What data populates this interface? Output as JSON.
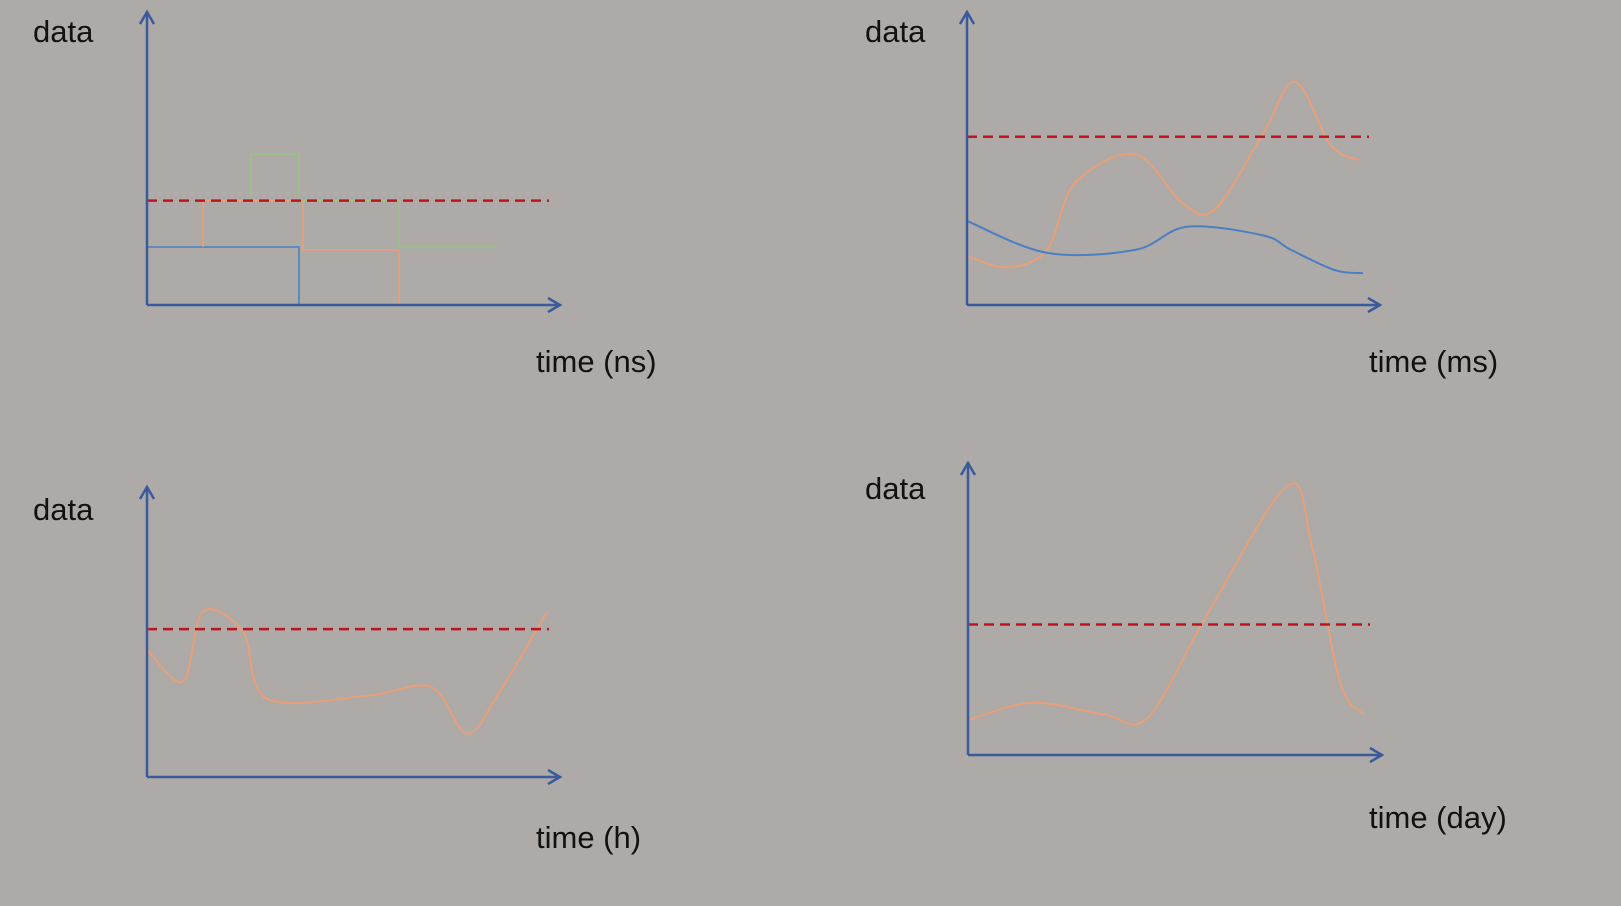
{
  "colors": {
    "background": "#aeaaa8",
    "axis": "#3a5a9c",
    "threshold": "#c0141e",
    "orange": "#e8a07a",
    "blue": "#4b7fc2",
    "green": "#99c285"
  },
  "panels": [
    {
      "id": "ns",
      "ylabel": "data",
      "xlabel": "time (ns)",
      "style": "step",
      "series": [
        {
          "color": "blue",
          "x": [
            0,
            0.38,
            0.38
          ],
          "y": [
            0.2,
            0.2,
            0
          ]
        },
        {
          "color": "orange",
          "x": [
            0.14,
            0.14,
            0.39,
            0.39,
            0.63,
            0.63
          ],
          "y": [
            0.2,
            0.36,
            0.36,
            0.19,
            0.19,
            0
          ]
        },
        {
          "color": "green",
          "x": [
            0.26,
            0.26,
            0.38,
            0.38,
            0.63,
            0.63,
            0.87
          ],
          "y": [
            0.36,
            0.52,
            0.52,
            0.36,
            0.36,
            0.2,
            0.2
          ]
        }
      ],
      "threshold": 0.36
    },
    {
      "id": "ms",
      "ylabel": "data",
      "xlabel": "time (ms)",
      "style": "curve",
      "series": [
        {
          "color": "orange",
          "x": [
            0,
            0.1,
            0.2,
            0.27,
            0.42,
            0.54,
            0.62,
            0.74,
            0.82,
            0.91,
            0.98
          ],
          "y": [
            0.17,
            0.13,
            0.19,
            0.42,
            0.52,
            0.35,
            0.33,
            0.59,
            0.77,
            0.55,
            0.5
          ]
        },
        {
          "color": "blue",
          "x": [
            0,
            0.2,
            0.42,
            0.55,
            0.74,
            0.81,
            0.92,
            0.99
          ],
          "y": [
            0.29,
            0.18,
            0.19,
            0.27,
            0.24,
            0.19,
            0.12,
            0.11
          ]
        }
      ],
      "threshold": 0.58
    },
    {
      "id": "h",
      "ylabel": "data",
      "xlabel": "time (h)",
      "style": "curve",
      "series": [
        {
          "color": "orange",
          "x": [
            0,
            0.09,
            0.14,
            0.24,
            0.3,
            0.55,
            0.71,
            0.8,
            0.88,
            1.0
          ],
          "y": [
            0.44,
            0.33,
            0.57,
            0.5,
            0.27,
            0.28,
            0.31,
            0.15,
            0.29,
            0.57
          ]
        }
      ],
      "threshold": 0.51
    },
    {
      "id": "day",
      "ylabel": "data",
      "xlabel": "time (day)",
      "style": "curve",
      "series": [
        {
          "color": "orange",
          "x": [
            0,
            0.16,
            0.34,
            0.45,
            0.6,
            0.8,
            0.86,
            0.93,
            0.99
          ],
          "y": [
            0.12,
            0.18,
            0.14,
            0.13,
            0.49,
            0.93,
            0.72,
            0.25,
            0.14
          ]
        }
      ],
      "threshold": 0.45
    }
  ]
}
